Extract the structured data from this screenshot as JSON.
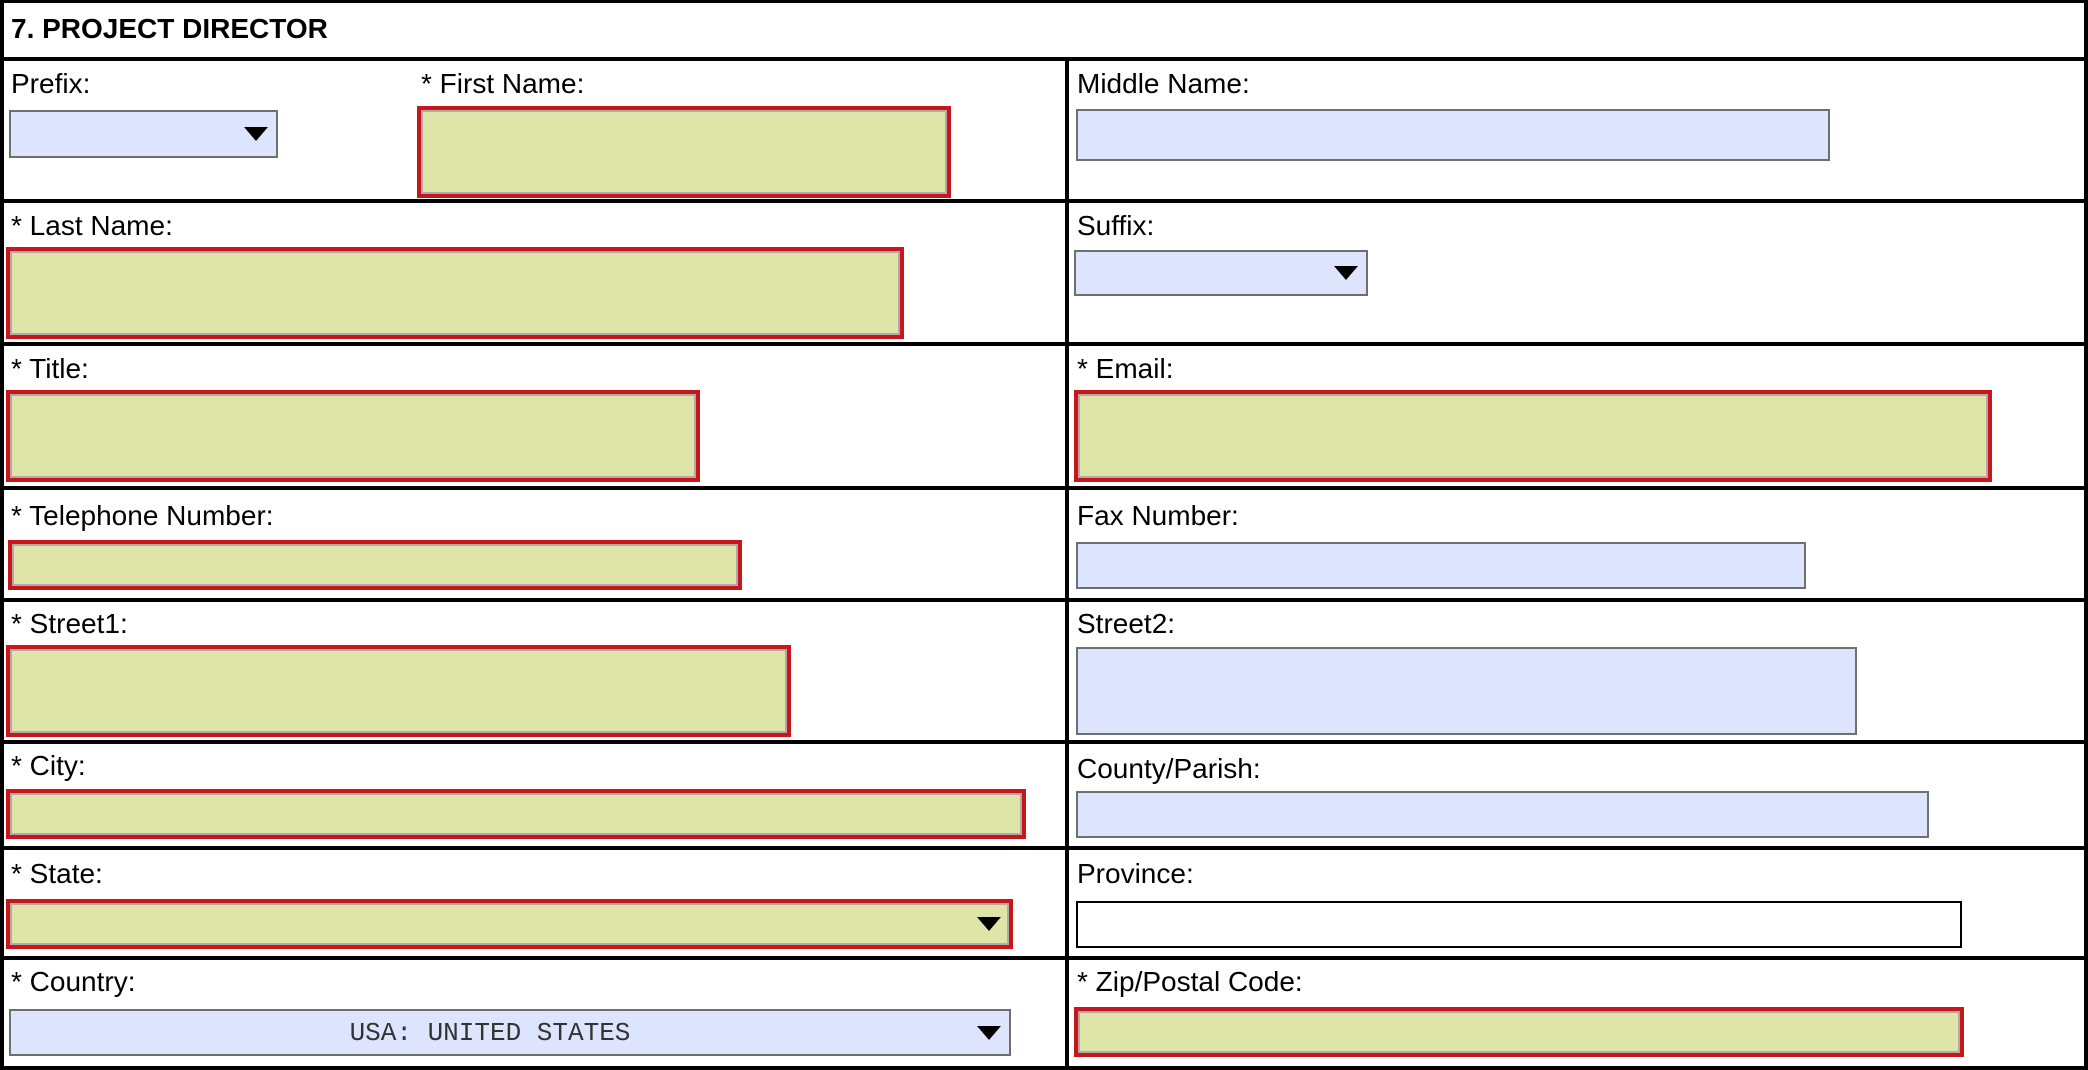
{
  "section": {
    "title": "7. PROJECT DIRECTOR"
  },
  "labels": {
    "prefix": "Prefix:",
    "first_name": "* First Name:",
    "middle_name": "Middle Name:",
    "last_name": "* Last Name:",
    "suffix": "Suffix:",
    "title": "* Title:",
    "email": "* Email:",
    "telephone": "* Telephone Number:",
    "fax": "Fax Number:",
    "street1": "* Street1:",
    "street2": "Street2:",
    "city": "* City:",
    "county": "County/Parish:",
    "state": "* State:",
    "province": "Province:",
    "country": "* Country:",
    "zip": "* Zip/Postal Code:"
  },
  "values": {
    "country": "USA: UNITED STATES"
  },
  "icons": {
    "dropdown": "caret-down-icon"
  },
  "colors": {
    "required_fill": "#dfe4a8",
    "required_border": "#c8161d",
    "optional_fill": "#dde4fd",
    "optional_border": "#6f6f6f",
    "rule": "#000000"
  }
}
